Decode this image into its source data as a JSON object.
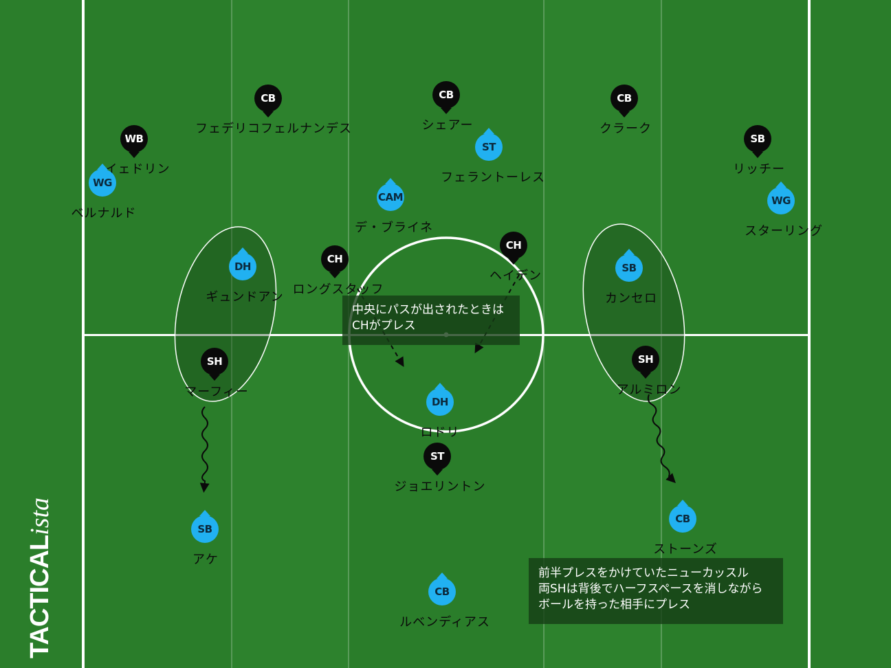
{
  "colors": {
    "pitch_dark": "#2a7d2a",
    "pitch_light": "#2e852e",
    "line": "#ffffff",
    "team_black": "#0a0a0a",
    "team_blue": "#21b1f1",
    "note_bg": "#143c14"
  },
  "brand": {
    "part1": "TACTICAL",
    "part2": "ista"
  },
  "players": {
    "black_cb_left": {
      "pos": "CB",
      "name": "フェデリコフェルナンデス"
    },
    "black_cb_center": {
      "pos": "CB",
      "name": "シェアー"
    },
    "black_cb_right": {
      "pos": "CB",
      "name": "クラーク"
    },
    "black_wb": {
      "pos": "WB",
      "name": "イェドリン"
    },
    "black_sb": {
      "pos": "SB",
      "name": "リッチー"
    },
    "black_ch_left": {
      "pos": "CH",
      "name": "ロングスタッフ"
    },
    "black_ch_right": {
      "pos": "CH",
      "name": "ヘイデン"
    },
    "black_sh_left": {
      "pos": "SH",
      "name": "マーフィー"
    },
    "black_sh_right": {
      "pos": "SH",
      "name": "アルミロン"
    },
    "black_st": {
      "pos": "ST",
      "name": "ジョエリントン"
    },
    "blue_wg_left": {
      "pos": "WG",
      "name": "ベルナルド"
    },
    "blue_st": {
      "pos": "ST",
      "name": "フェラントーレス"
    },
    "blue_cam": {
      "pos": "CAM",
      "name": "デ・ブライネ"
    },
    "blue_wg_right": {
      "pos": "WG",
      "name": "スターリング"
    },
    "blue_dh_left": {
      "pos": "DH",
      "name": "ギュンドアン"
    },
    "blue_sb_right": {
      "pos": "SB",
      "name": "カンセロ"
    },
    "blue_dh_center": {
      "pos": "DH",
      "name": "ロドリ"
    },
    "blue_sb_left": {
      "pos": "SB",
      "name": "アケ"
    },
    "blue_cb_right": {
      "pos": "CB",
      "name": "ストーンズ"
    },
    "blue_cb_center": {
      "pos": "CB",
      "name": "ルベンディアス"
    }
  },
  "notes": {
    "center_press": {
      "line1": "中央にパスが出されたときは",
      "line2": "CHがプレス"
    },
    "summary": {
      "line1": "前半プレスをかけていたニューカッスル",
      "line2": "両SHは背後でハーフスペースを消しながら",
      "line3": "ボールを持った相手にプレス"
    }
  }
}
